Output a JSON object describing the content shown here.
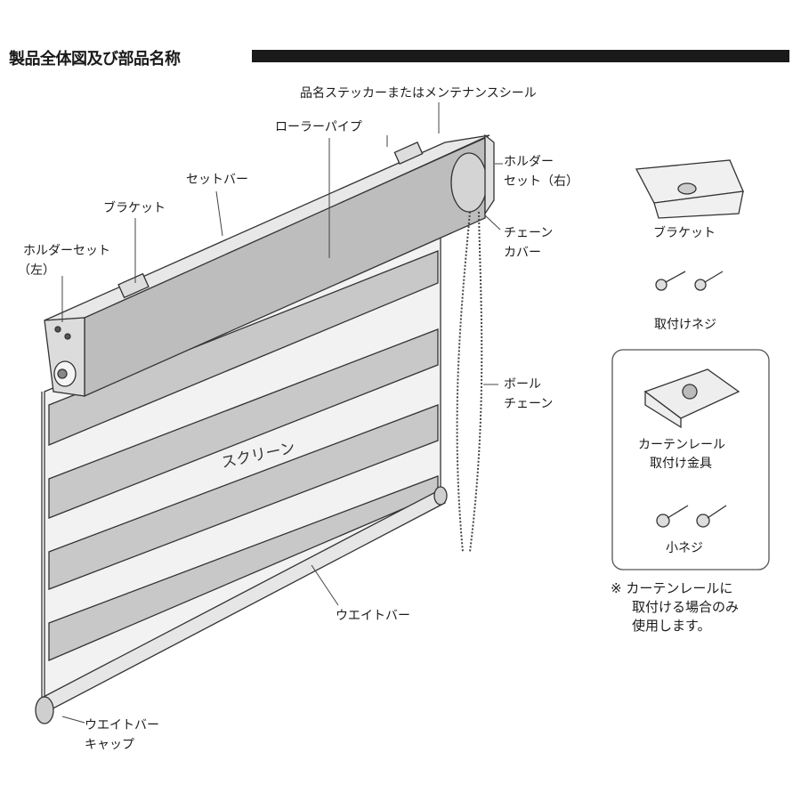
{
  "title": "製品全体図及び部品名称",
  "labels": {
    "sticker": "品名ステッカーまたはメンテナンスシール",
    "roller_pipe": "ローラーパイプ",
    "set_bar": "セットバー",
    "bracket": "ブラケット",
    "holder_left_1": "ホルダーセット",
    "holder_left_2": "（左）",
    "holder_right_1": "ホルダー",
    "holder_right_2": "セット（右）",
    "chain_cover_1": "チェーン",
    "chain_cover_2": "カバー",
    "ball_chain_1": "ボール",
    "ball_chain_2": "チェーン",
    "screen": "スクリーン",
    "weight_bar": "ウエイトバー",
    "weight_cap_1": "ウエイトバー",
    "weight_cap_2": "キャップ"
  },
  "parts": {
    "bracket": "ブラケット",
    "screws": "取付けネジ",
    "curtain_fitting_1": "カーテンレール",
    "curtain_fitting_2": "取付け金具",
    "small_screw": "小ネジ"
  },
  "note": {
    "line1": "※ カーテンレールに",
    "line2": "取付ける場合のみ",
    "line3": "使用します。"
  }
}
